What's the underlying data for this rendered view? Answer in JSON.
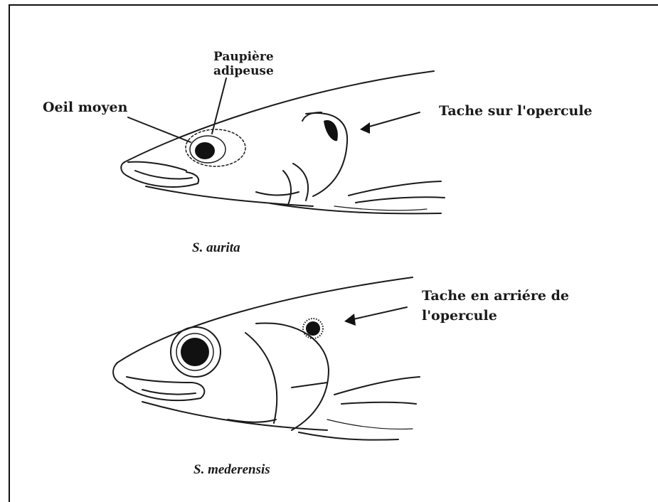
{
  "figure": {
    "top": {
      "label_eye": "Oeil moyen",
      "label_eyelid_line1": "Paupière",
      "label_eyelid_line2": "adipeuse",
      "label_spot": "Tache sur l'opercule",
      "caption": "S. aurita"
    },
    "bottom": {
      "label_spot_line1_a": "Tache",
      "label_spot_line1_b": "en arriére de",
      "label_spot_line2": "l'opercule",
      "caption": "S. mederensis"
    }
  },
  "colors": {
    "ink": "#1a1a1a",
    "background": "#ffffff"
  }
}
